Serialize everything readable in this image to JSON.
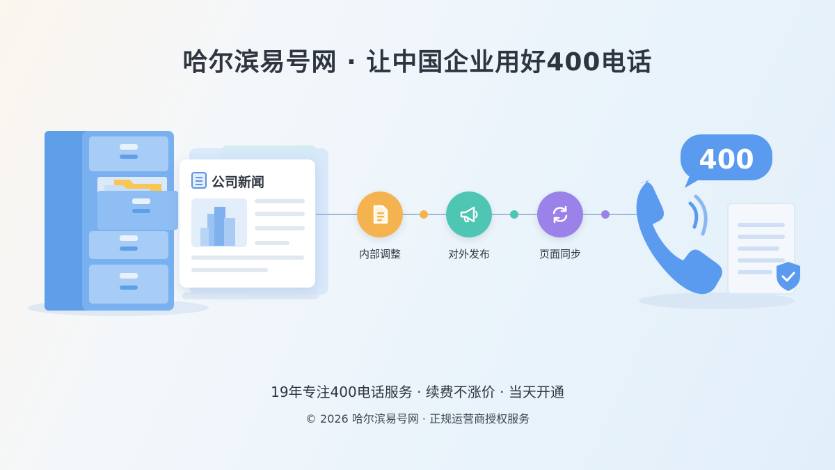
{
  "headline": "哈尔滨易号网 · 让中国企业用好400电话",
  "news_card": {
    "title": "公司新闻"
  },
  "flow_steps": [
    {
      "label": "内部调整",
      "icon": "document-icon",
      "color": "#f5b34f"
    },
    {
      "label": "对外发布",
      "icon": "megaphone-icon",
      "color": "#4fc6b3"
    },
    {
      "label": "页面同步",
      "icon": "sync-icon",
      "color": "#9b82e8"
    }
  ],
  "phone_bubble": {
    "text": "400"
  },
  "footer": {
    "tagline": "19年专注400电话服务 · 续费不涨价 · 当天开通",
    "copyright": "© 2026 哈尔滨易号网 · 正规运营商授权服务"
  },
  "colors": {
    "primary_blue": "#5b9bef",
    "cabinet_blue": "#8ab8f0",
    "folder_yellow": "#f7c655",
    "connector": "#9fb9d6"
  }
}
